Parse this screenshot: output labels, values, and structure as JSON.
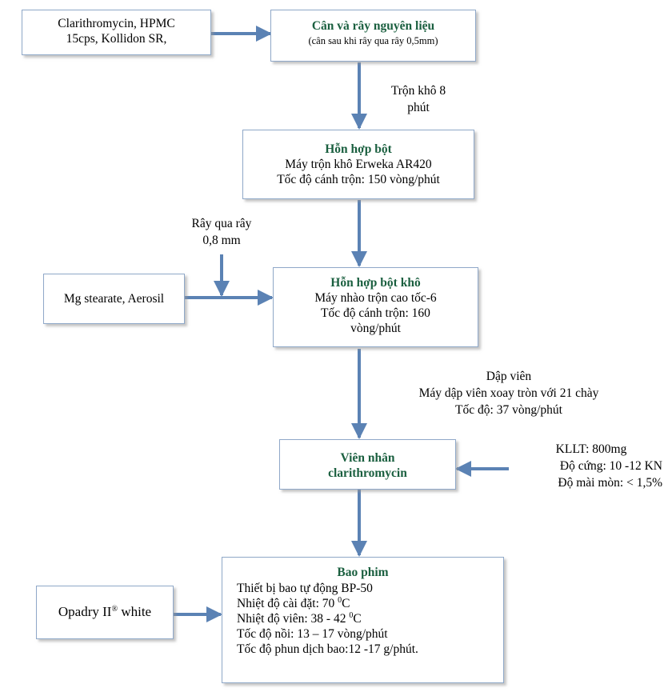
{
  "colors": {
    "arrow": "#5b82b4",
    "border": "#8fa8c8",
    "title": "#1a5f3f"
  },
  "inputs": {
    "raw": [
      "Clarithromycin, HPMC",
      "15cps, Kollidon SR,"
    ],
    "lubricants": "Mg stearate, Aerosil",
    "coating": {
      "name": "Opadry II",
      "sup": "®",
      "suffix": " white"
    }
  },
  "steps": {
    "weigh": {
      "title": "Cân và rây nguyên liệu",
      "note": "(cân sau khi rây qua rây 0,5mm)"
    },
    "blend": {
      "title": "Hỗn hợp bột",
      "lines": [
        "Máy trộn khô Erweka AR420",
        "Tốc độ cánh trộn: 150 vòng/phút"
      ]
    },
    "dry_blend": {
      "title": "Hỗn hợp bột khô",
      "lines": [
        "Máy nhào trộn cao tốc-6",
        "Tốc độ cánh trộn: 160",
        "vòng/phút"
      ]
    },
    "core": {
      "title_lines": [
        "Viên nhân",
        "clarithromycin"
      ]
    },
    "coating": {
      "title": "Bao phim",
      "line1": "Thiết bị bao tự động BP-50",
      "line2": {
        "text": "Nhiệt độ cài đặt: 70 ",
        "sup": "0",
        "unit": "C"
      },
      "line3": {
        "text": "Nhiệt độ viên: 38 - 42 ",
        "sup": "0",
        "unit": "C"
      },
      "line4": "Tốc độ nồi: 13 – 17 vòng/phút",
      "line5": "Tốc độ phun dịch bao:12 -17 g/phút."
    }
  },
  "labels": {
    "dry_mix": [
      "Trộn khô 8",
      "phút"
    ],
    "sieve": [
      "Rây qua rây",
      "0,8 mm"
    ],
    "compress": [
      "Dập viên",
      "Máy dập viên xoay tròn với 21 chày",
      "Tốc độ: 37 vòng/phút"
    ],
    "specs": [
      "KLLT: 800mg",
      "Độ cứng: 10 -12 KN",
      "Độ mài mòn: < 1,5%"
    ]
  }
}
